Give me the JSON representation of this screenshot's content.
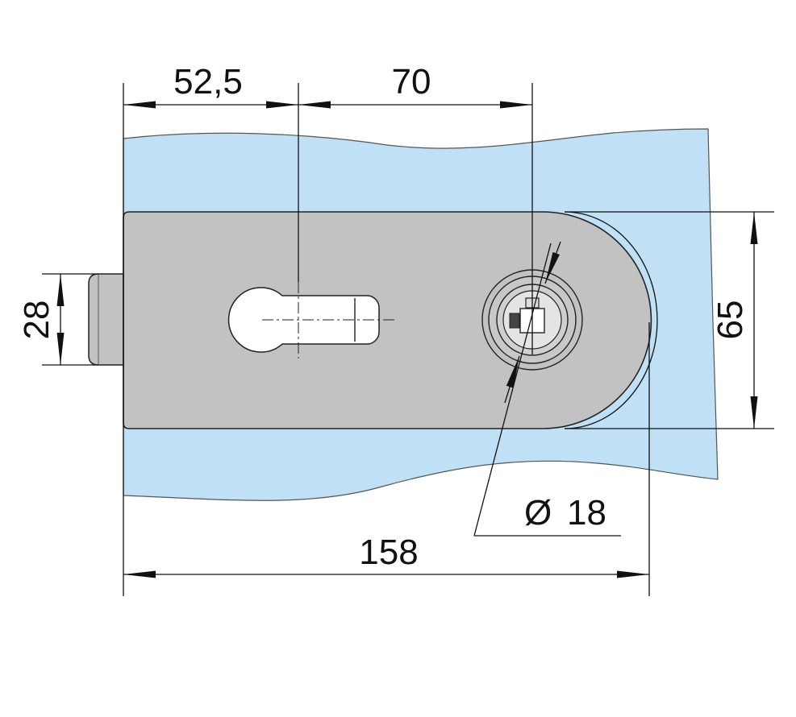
{
  "drawing": {
    "dimensions": {
      "width_left": "52,5",
      "width_right": "70",
      "height_body": "65",
      "bolt_height": "28",
      "total_length": "158",
      "cylinder_diameter": "18",
      "diameter_symbol": "Ø"
    },
    "colors": {
      "glass": "#bfe0f5",
      "body": "#c2c2c2",
      "outline": "#222222"
    }
  }
}
